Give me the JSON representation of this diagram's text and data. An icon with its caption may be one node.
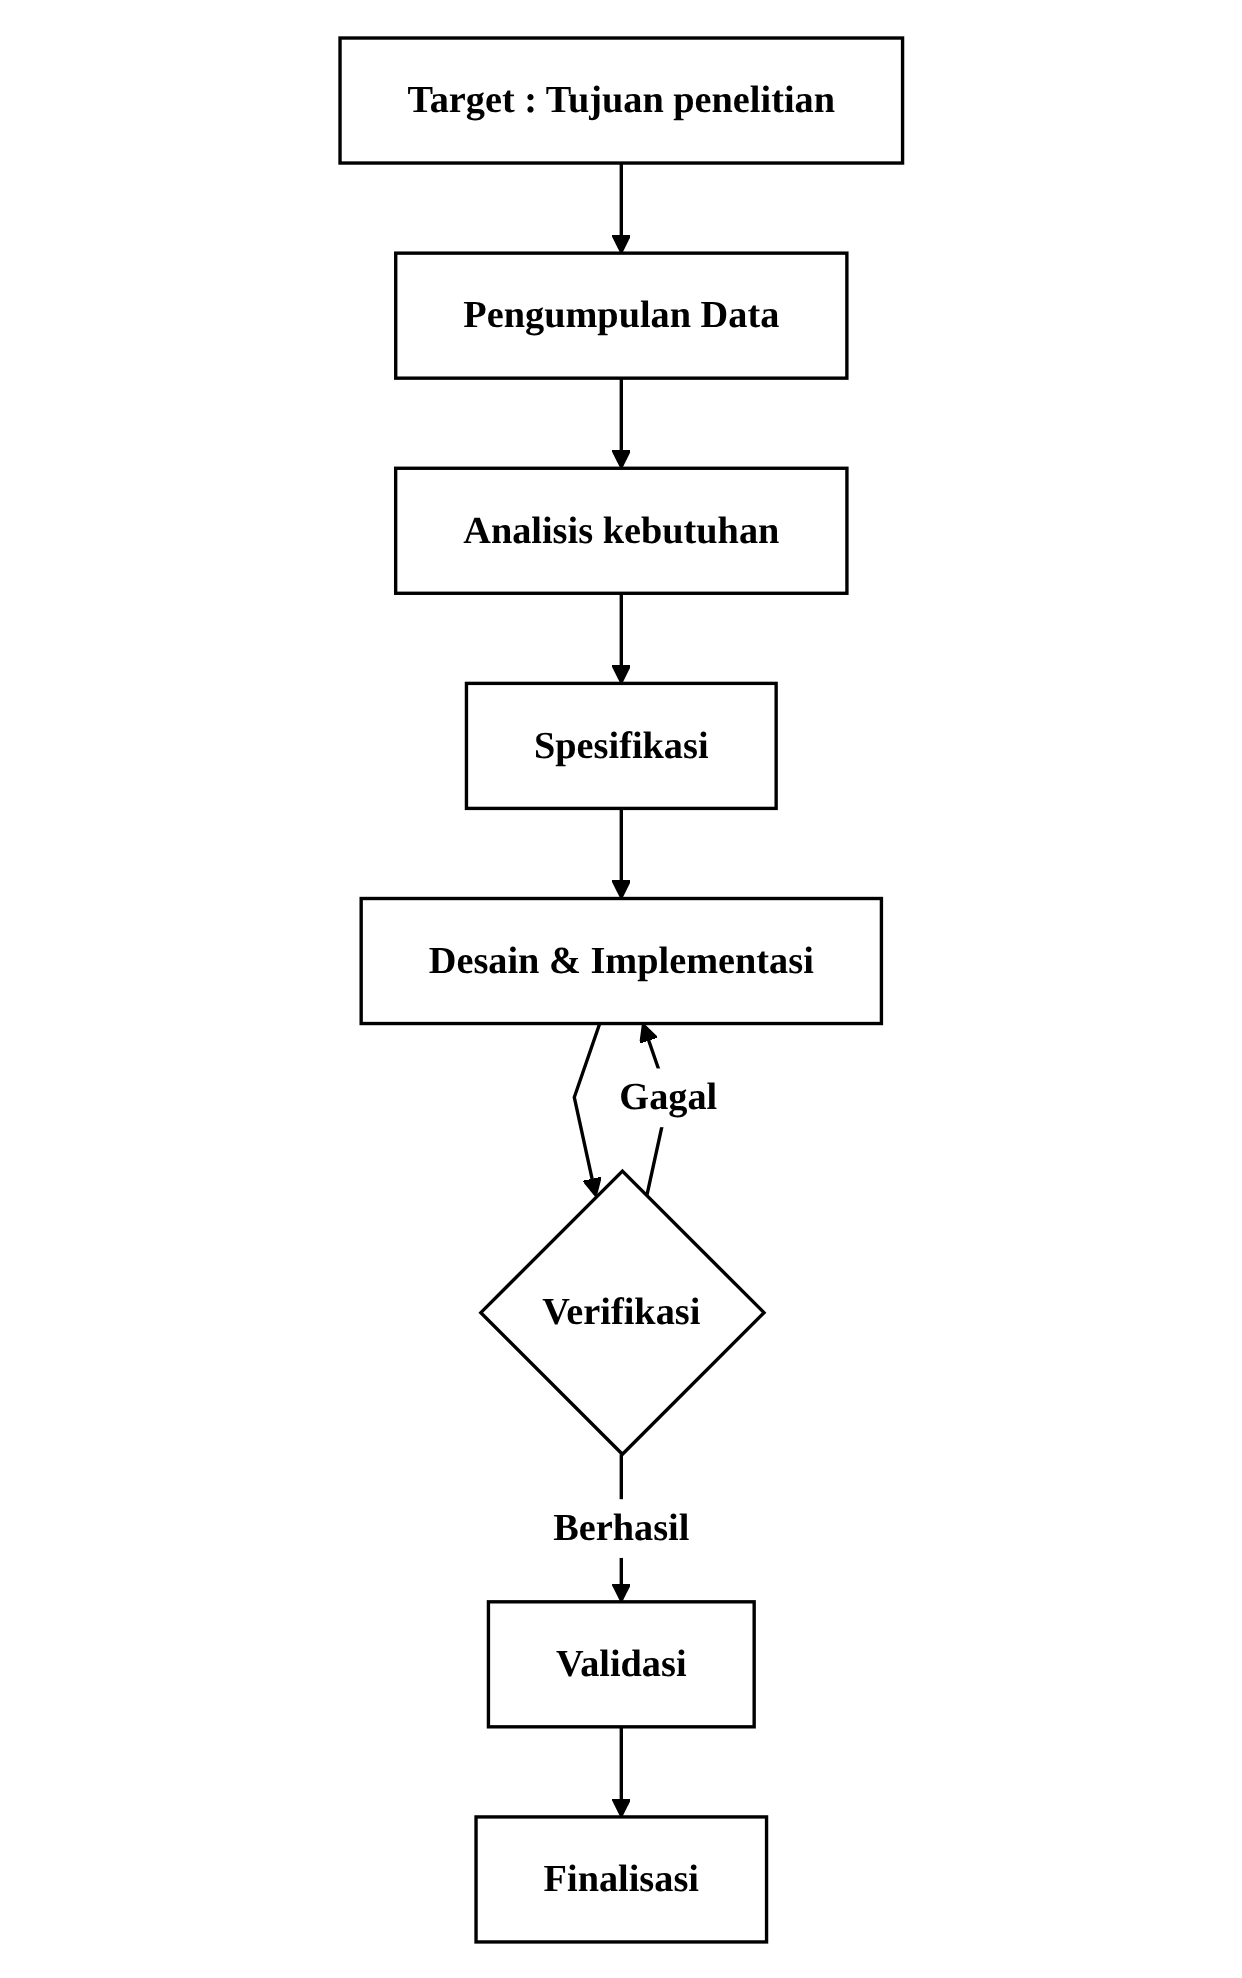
{
  "diagram": {
    "nodes": [
      {
        "text": [
          "Target : Tujuan penelitian"
        ]
      },
      {
        "text": [
          "Pengumpulan Data"
        ]
      },
      {
        "text": [
          "Analisis kebutuhan"
        ]
      },
      {
        "text": [
          "Spesifikasi"
        ]
      },
      {
        "text": [
          "Desain & Implementasi"
        ]
      },
      {
        "text": [
          "Verifikasi"
        ]
      },
      {
        "text": [
          "Validasi"
        ]
      },
      {
        "text": [
          "Finalisasi"
        ]
      }
    ],
    "edges": [
      {
        "from": 0,
        "to": 1,
        "arrow": "to"
      },
      {
        "from": 1,
        "to": 2,
        "arrow": "to"
      },
      {
        "from": 2,
        "to": 3,
        "arrow": "to"
      },
      {
        "from": 3,
        "to": 4,
        "arrow": "to"
      },
      {
        "from": 4,
        "to": 5,
        "arrow": "to"
      },
      {
        "from": 5,
        "to": 4,
        "arrow": "to",
        "label": "Gagal"
      },
      {
        "from": 5,
        "to": 6,
        "arrow": "to",
        "label": "Berhasil"
      },
      {
        "from": 6,
        "to": 7,
        "arrow": "to"
      }
    ]
  }
}
